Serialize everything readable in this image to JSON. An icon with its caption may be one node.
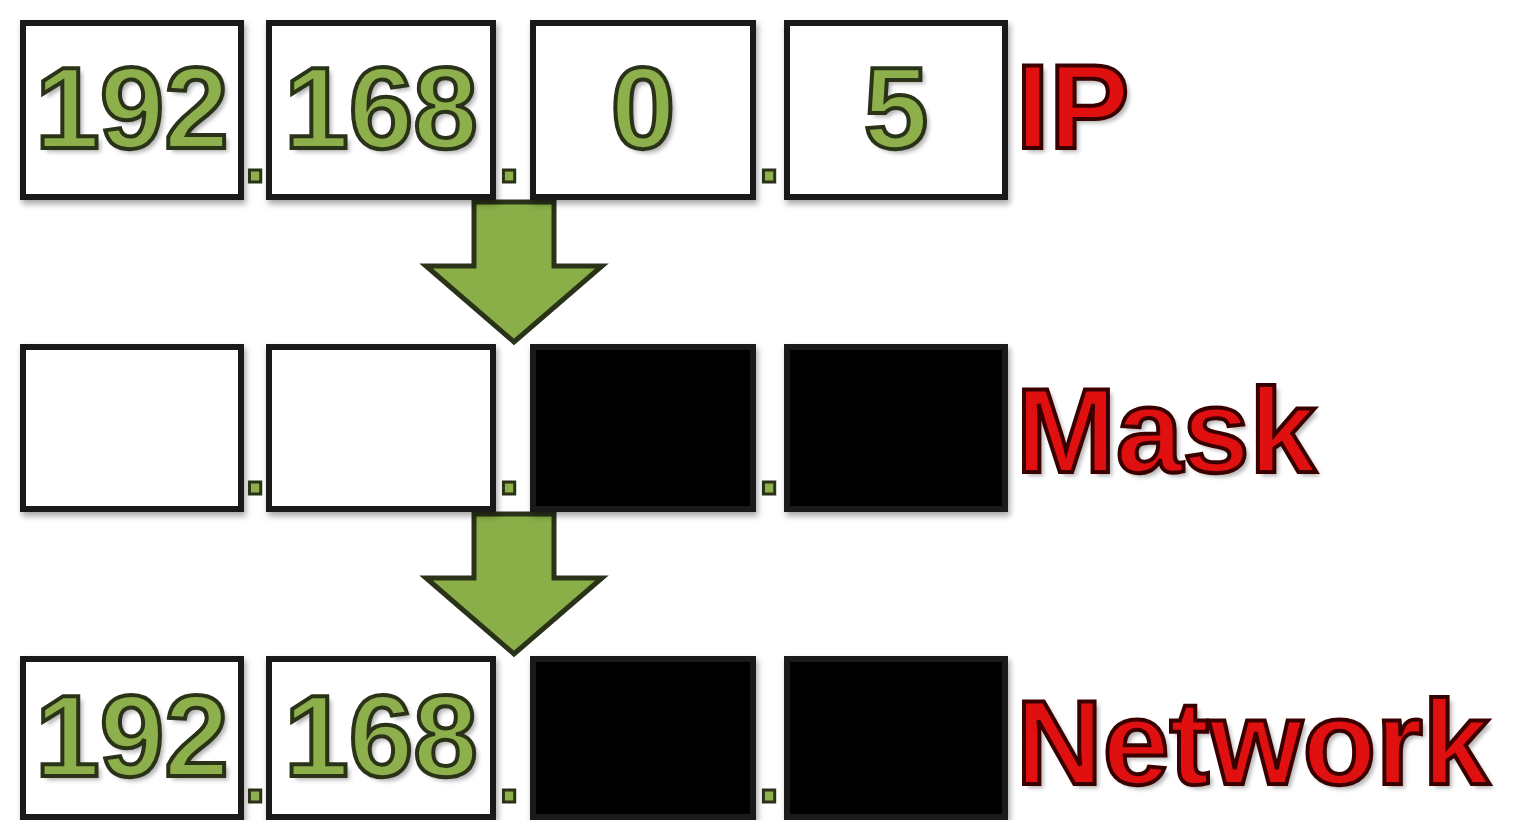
{
  "diagram": {
    "nodes": [
      {
        "text": [
          "192"
        ]
      },
      {
        "text": [
          "168"
        ]
      },
      {
        "text": [
          "0"
        ]
      },
      {
        "text": [
          "5"
        ]
      },
      {
        "text": [],
        "shape": "box"
      },
      {
        "text": [],
        "shape": "box"
      },
      {
        "text": [],
        "shape": "box"
      },
      {
        "text": [],
        "shape": "box"
      },
      {
        "text": [
          "192"
        ]
      },
      {
        "text": [
          "168"
        ]
      },
      {
        "text": [],
        "shape": "box"
      },
      {
        "text": [],
        "shape": "box"
      }
    ],
    "edges": [
      {
        "from": 1,
        "to": 5,
        "arrow": "to"
      },
      {
        "from": 5,
        "to": 9,
        "arrow": "to"
      }
    ],
    "labels": [
      ".",
      ".",
      ".",
      "IP",
      ".",
      ".",
      ".",
      "Mask",
      ".",
      ".",
      ".",
      "Network"
    ]
  }
}
